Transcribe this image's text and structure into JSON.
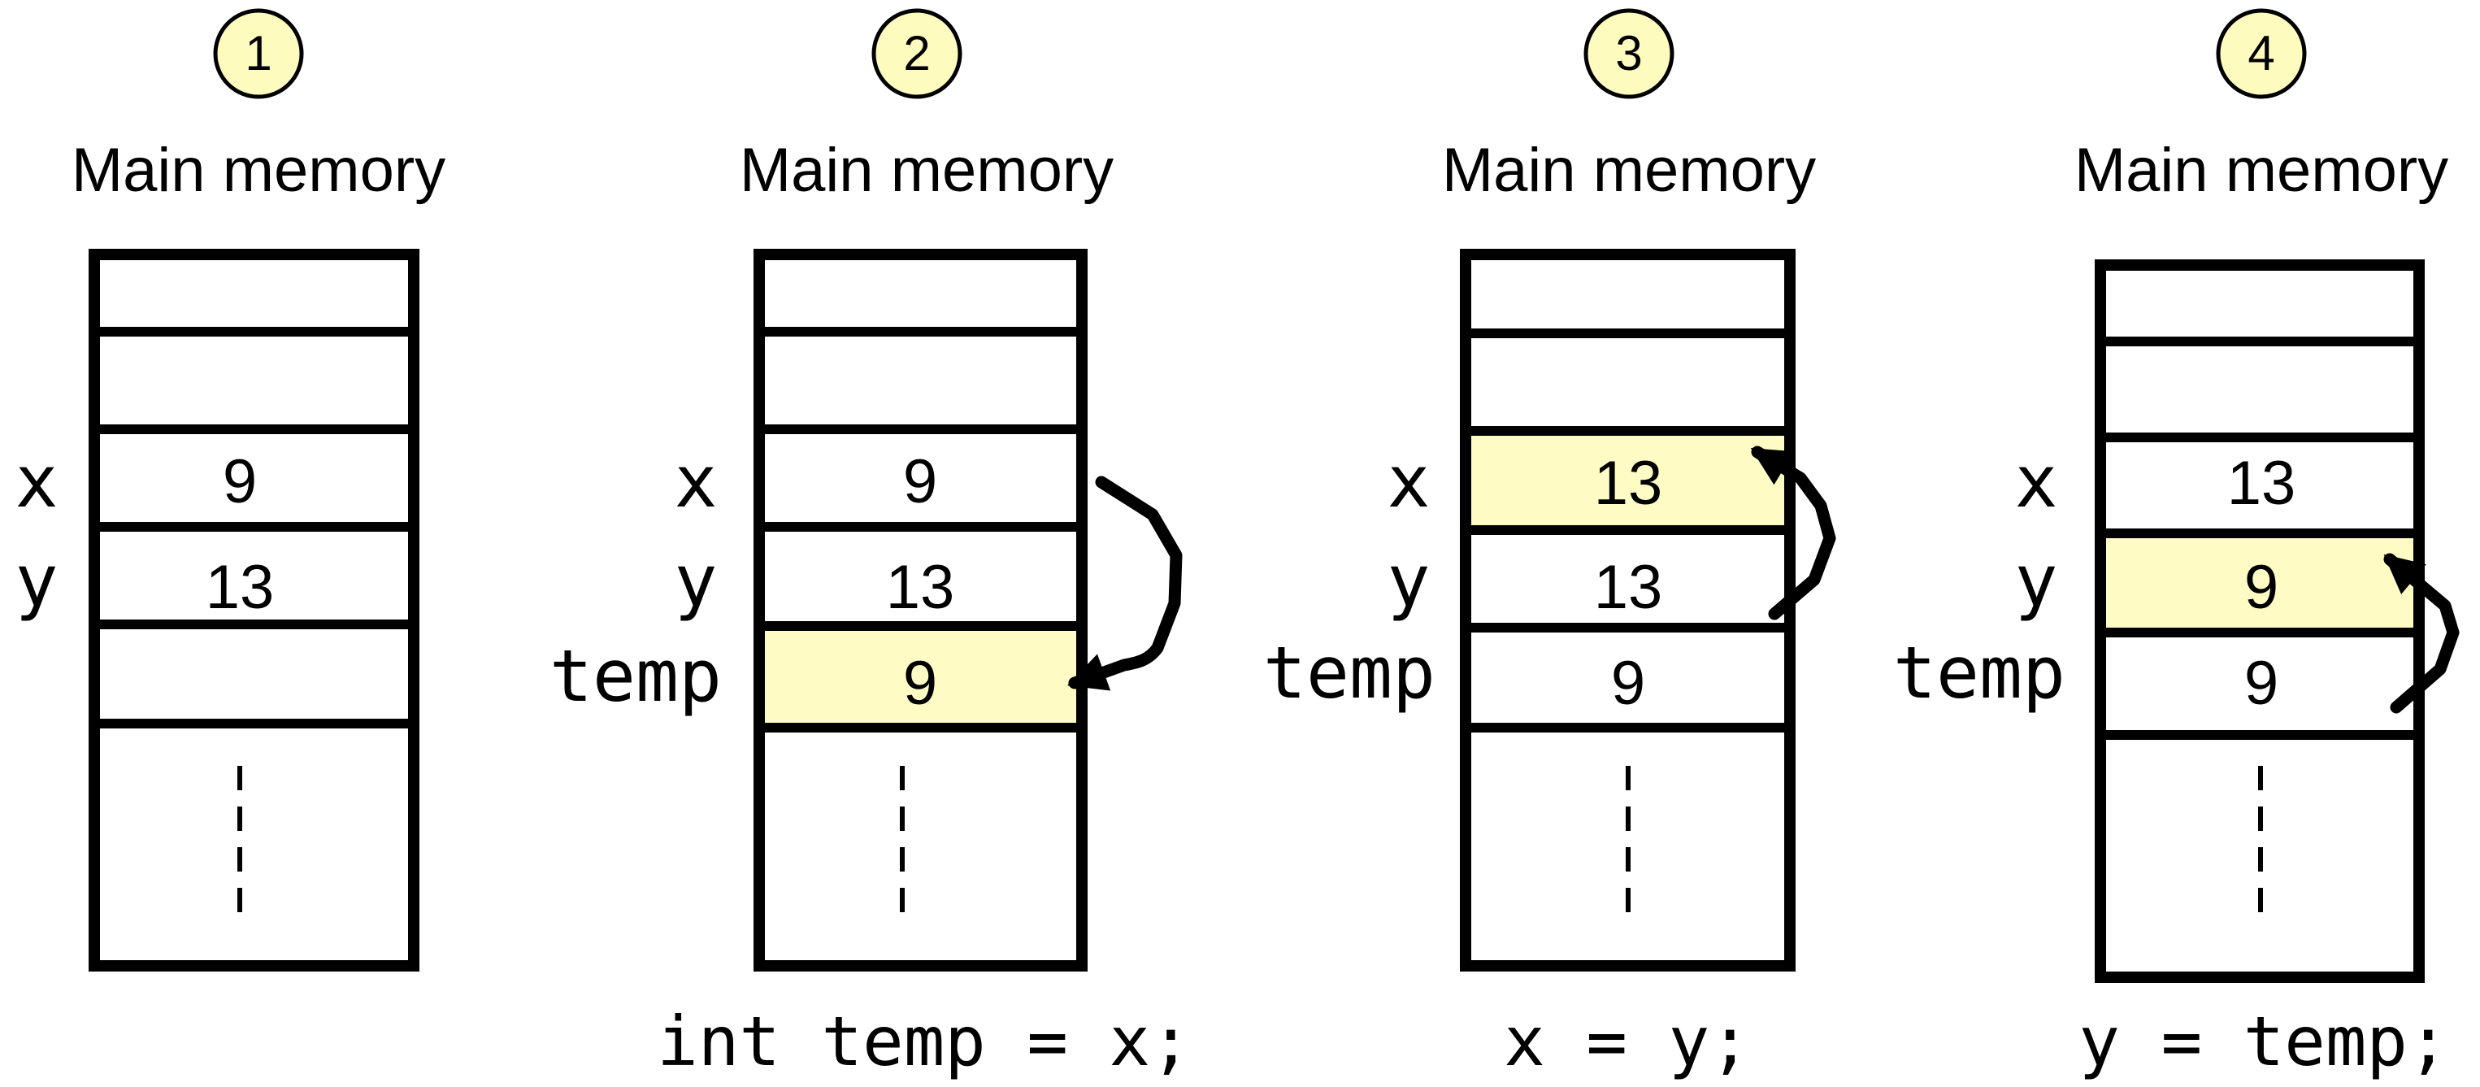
{
  "colors": {
    "highlight": "#FEFCC4",
    "badge_fill": "#FEFBBE",
    "stroke": "#000000"
  },
  "panels": [
    {
      "step": "1",
      "title": "Main memory",
      "labels": [
        "",
        "",
        "x",
        "y",
        "",
        ""
      ],
      "values": [
        "",
        "",
        "9",
        "13",
        "",
        ""
      ],
      "highlight_row": null,
      "code": ""
    },
    {
      "step": "2",
      "title": "Main memory",
      "labels": [
        "",
        "",
        "x",
        "y",
        "temp",
        ""
      ],
      "values": [
        "",
        "",
        "9",
        "13",
        "9",
        ""
      ],
      "highlight_row": 4,
      "code": "int temp = x;"
    },
    {
      "step": "3",
      "title": "Main memory",
      "labels": [
        "",
        "",
        "x",
        "y",
        "temp",
        ""
      ],
      "values": [
        "",
        "",
        "13",
        "13",
        "9",
        ""
      ],
      "highlight_row": 2,
      "code": "x = y;"
    },
    {
      "step": "4",
      "title": "Main memory",
      "labels": [
        "",
        "",
        "x",
        "y",
        "temp",
        ""
      ],
      "values": [
        "",
        "",
        "13",
        "9",
        "9",
        ""
      ],
      "highlight_row": 3,
      "code": "y = temp;"
    }
  ]
}
